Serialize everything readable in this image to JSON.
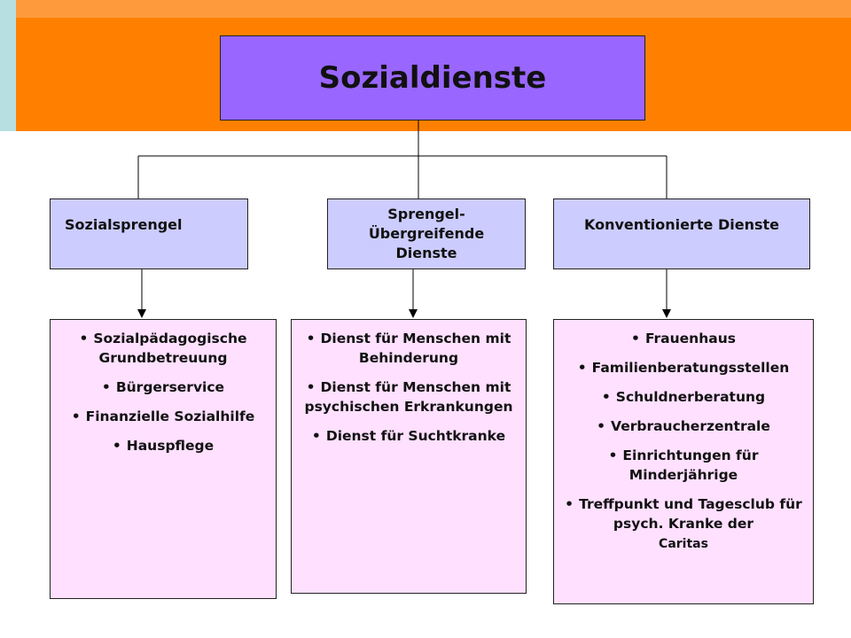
{
  "title": "Sozialdienste",
  "departments": [
    {
      "label": "Sozialsprengel",
      "services": [
        "Sozialpädagogische Grundbetreuung",
        "Bürgerservice",
        "Finanzielle Sozialhilfe",
        "Hauspflege"
      ]
    },
    {
      "label_lines": [
        "Sprengel-",
        "Übergreifende",
        "Dienste"
      ],
      "services": [
        "Dienst für Menschen mit Behinderung",
        "Dienst für Menschen mit psychischen Erkrankungen",
        "Dienst für Suchtkranke"
      ]
    },
    {
      "label": "Konventionierte Dienste",
      "services": [
        "Frauenhaus",
        "Familienberatungsstellen",
        "Schuldnerberatung",
        "Verbraucherzentrale",
        "Einrichtungen für Minderjährige",
        "Treffpunkt und Tagesclub für psych. Kranke der",
        "Caritas"
      ]
    },
    {}
  ],
  "colors": {
    "orange": "#ff8000",
    "title_box": "#9966ff",
    "header_box": "#ccccff",
    "list_box": "#ffe0ff"
  }
}
